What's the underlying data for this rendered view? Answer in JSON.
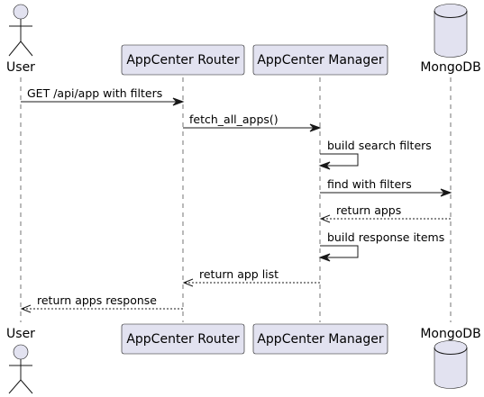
{
  "diagram": {
    "type": "sequence",
    "participants": [
      {
        "id": "user",
        "label": "User",
        "kind": "actor"
      },
      {
        "id": "router",
        "label": "AppCenter Router",
        "kind": "participant"
      },
      {
        "id": "manager",
        "label": "AppCenter Manager",
        "kind": "participant"
      },
      {
        "id": "mongo",
        "label": "MongoDB",
        "kind": "database"
      }
    ],
    "messages": [
      {
        "from": "user",
        "to": "router",
        "label": "GET /api/app with filters",
        "style": "solid"
      },
      {
        "from": "router",
        "to": "manager",
        "label": "fetch_all_apps()",
        "style": "solid"
      },
      {
        "from": "manager",
        "to": "manager",
        "label": "build search filters",
        "style": "solid"
      },
      {
        "from": "manager",
        "to": "mongo",
        "label": "find with filters",
        "style": "solid"
      },
      {
        "from": "mongo",
        "to": "manager",
        "label": "return apps",
        "style": "dashed"
      },
      {
        "from": "manager",
        "to": "manager",
        "label": "build response items",
        "style": "solid"
      },
      {
        "from": "manager",
        "to": "router",
        "label": "return app list",
        "style": "dashed"
      },
      {
        "from": "router",
        "to": "user",
        "label": "return apps response",
        "style": "dashed"
      }
    ]
  }
}
